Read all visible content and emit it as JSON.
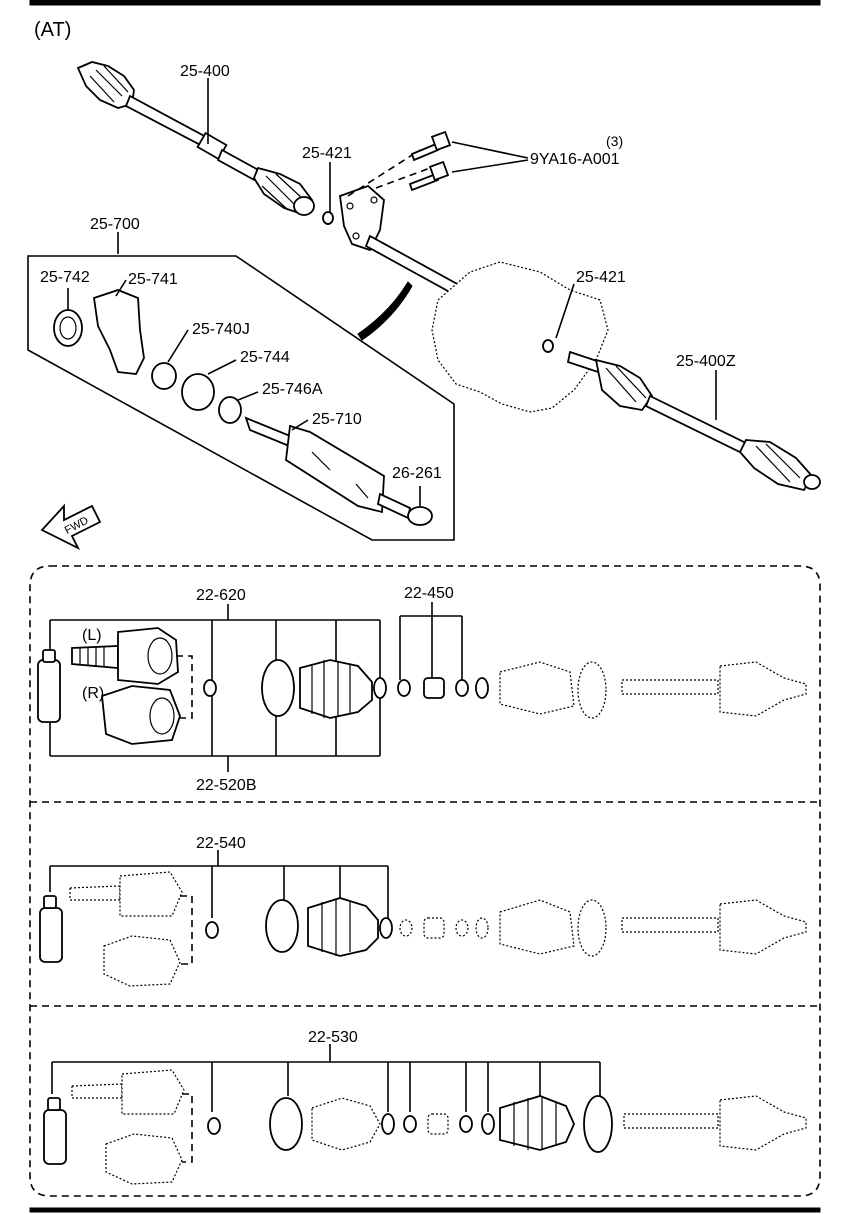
{
  "variant": "(AT)",
  "labels": {
    "assy_left": "25-400",
    "circlip_a": "25-421",
    "bolt": "9YA16-A001",
    "bolt_qty": "(3)",
    "joint_shaft_assy": "25-700",
    "seal": "25-742",
    "bracket": "25-741",
    "bearing": "25-740J",
    "bearing_2": "25-744",
    "snap_ring": "25-746A",
    "joint_shaft": "25-710",
    "seal_2": "26-261",
    "circlip_b": "25-421",
    "assy_right": "25-400Z",
    "fwd": "FWD"
  },
  "kits": {
    "top": "22-620",
    "top_bottom": "22-520B",
    "top_right": "22-450",
    "middle": "22-540",
    "bottom": "22-530",
    "left_side": "(L)",
    "right_side": "(R)"
  }
}
